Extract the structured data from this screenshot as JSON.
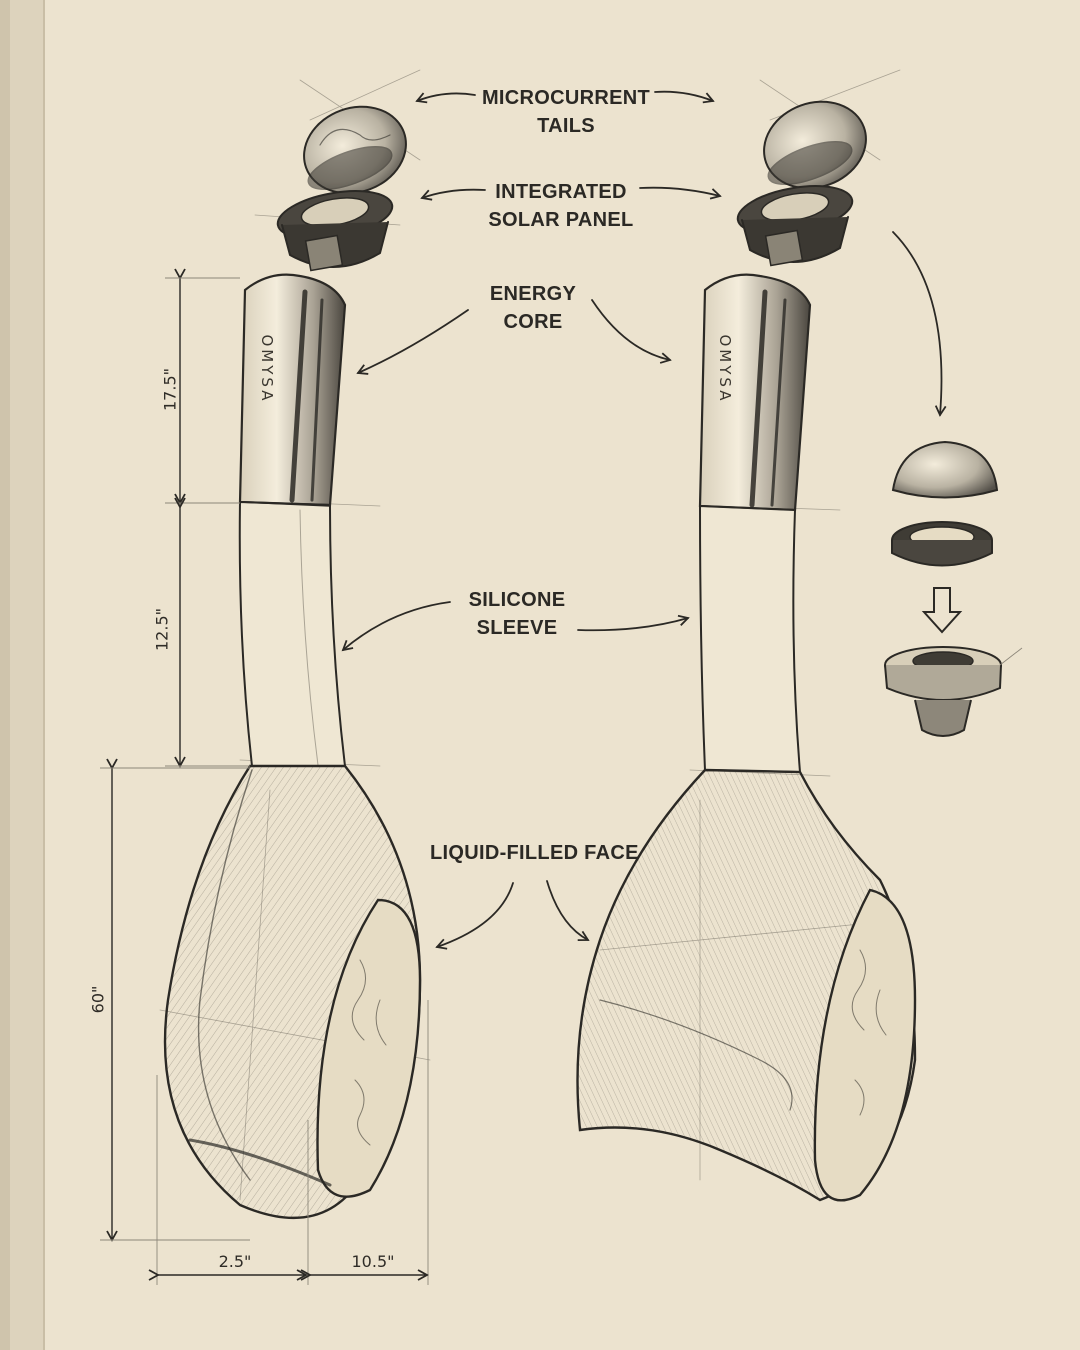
{
  "callouts": {
    "microcurrent": [
      "MICROCURRENT",
      "TAILS"
    ],
    "solar": [
      "INTEGRATED",
      "SOLAR PANEL"
    ],
    "energy": [
      "ENERGY",
      "CORE"
    ],
    "sleeve": [
      "SILICONE",
      "SLEEVE"
    ],
    "face": [
      "LIQUID-FILLED FACE"
    ]
  },
  "dimensions": {
    "upper": "17.5\"",
    "middle": "12.5\"",
    "overall": "60\"",
    "width_left": "2.5\"",
    "width_right": "10.5\""
  },
  "brand": "OMYSA",
  "colors": {
    "paper": "#ece3cf",
    "ink": "#2b2925",
    "shade": "#8d877a"
  },
  "icons": [
    "arrow-icon",
    "dome-icon",
    "ring-icon",
    "collar-icon"
  ]
}
